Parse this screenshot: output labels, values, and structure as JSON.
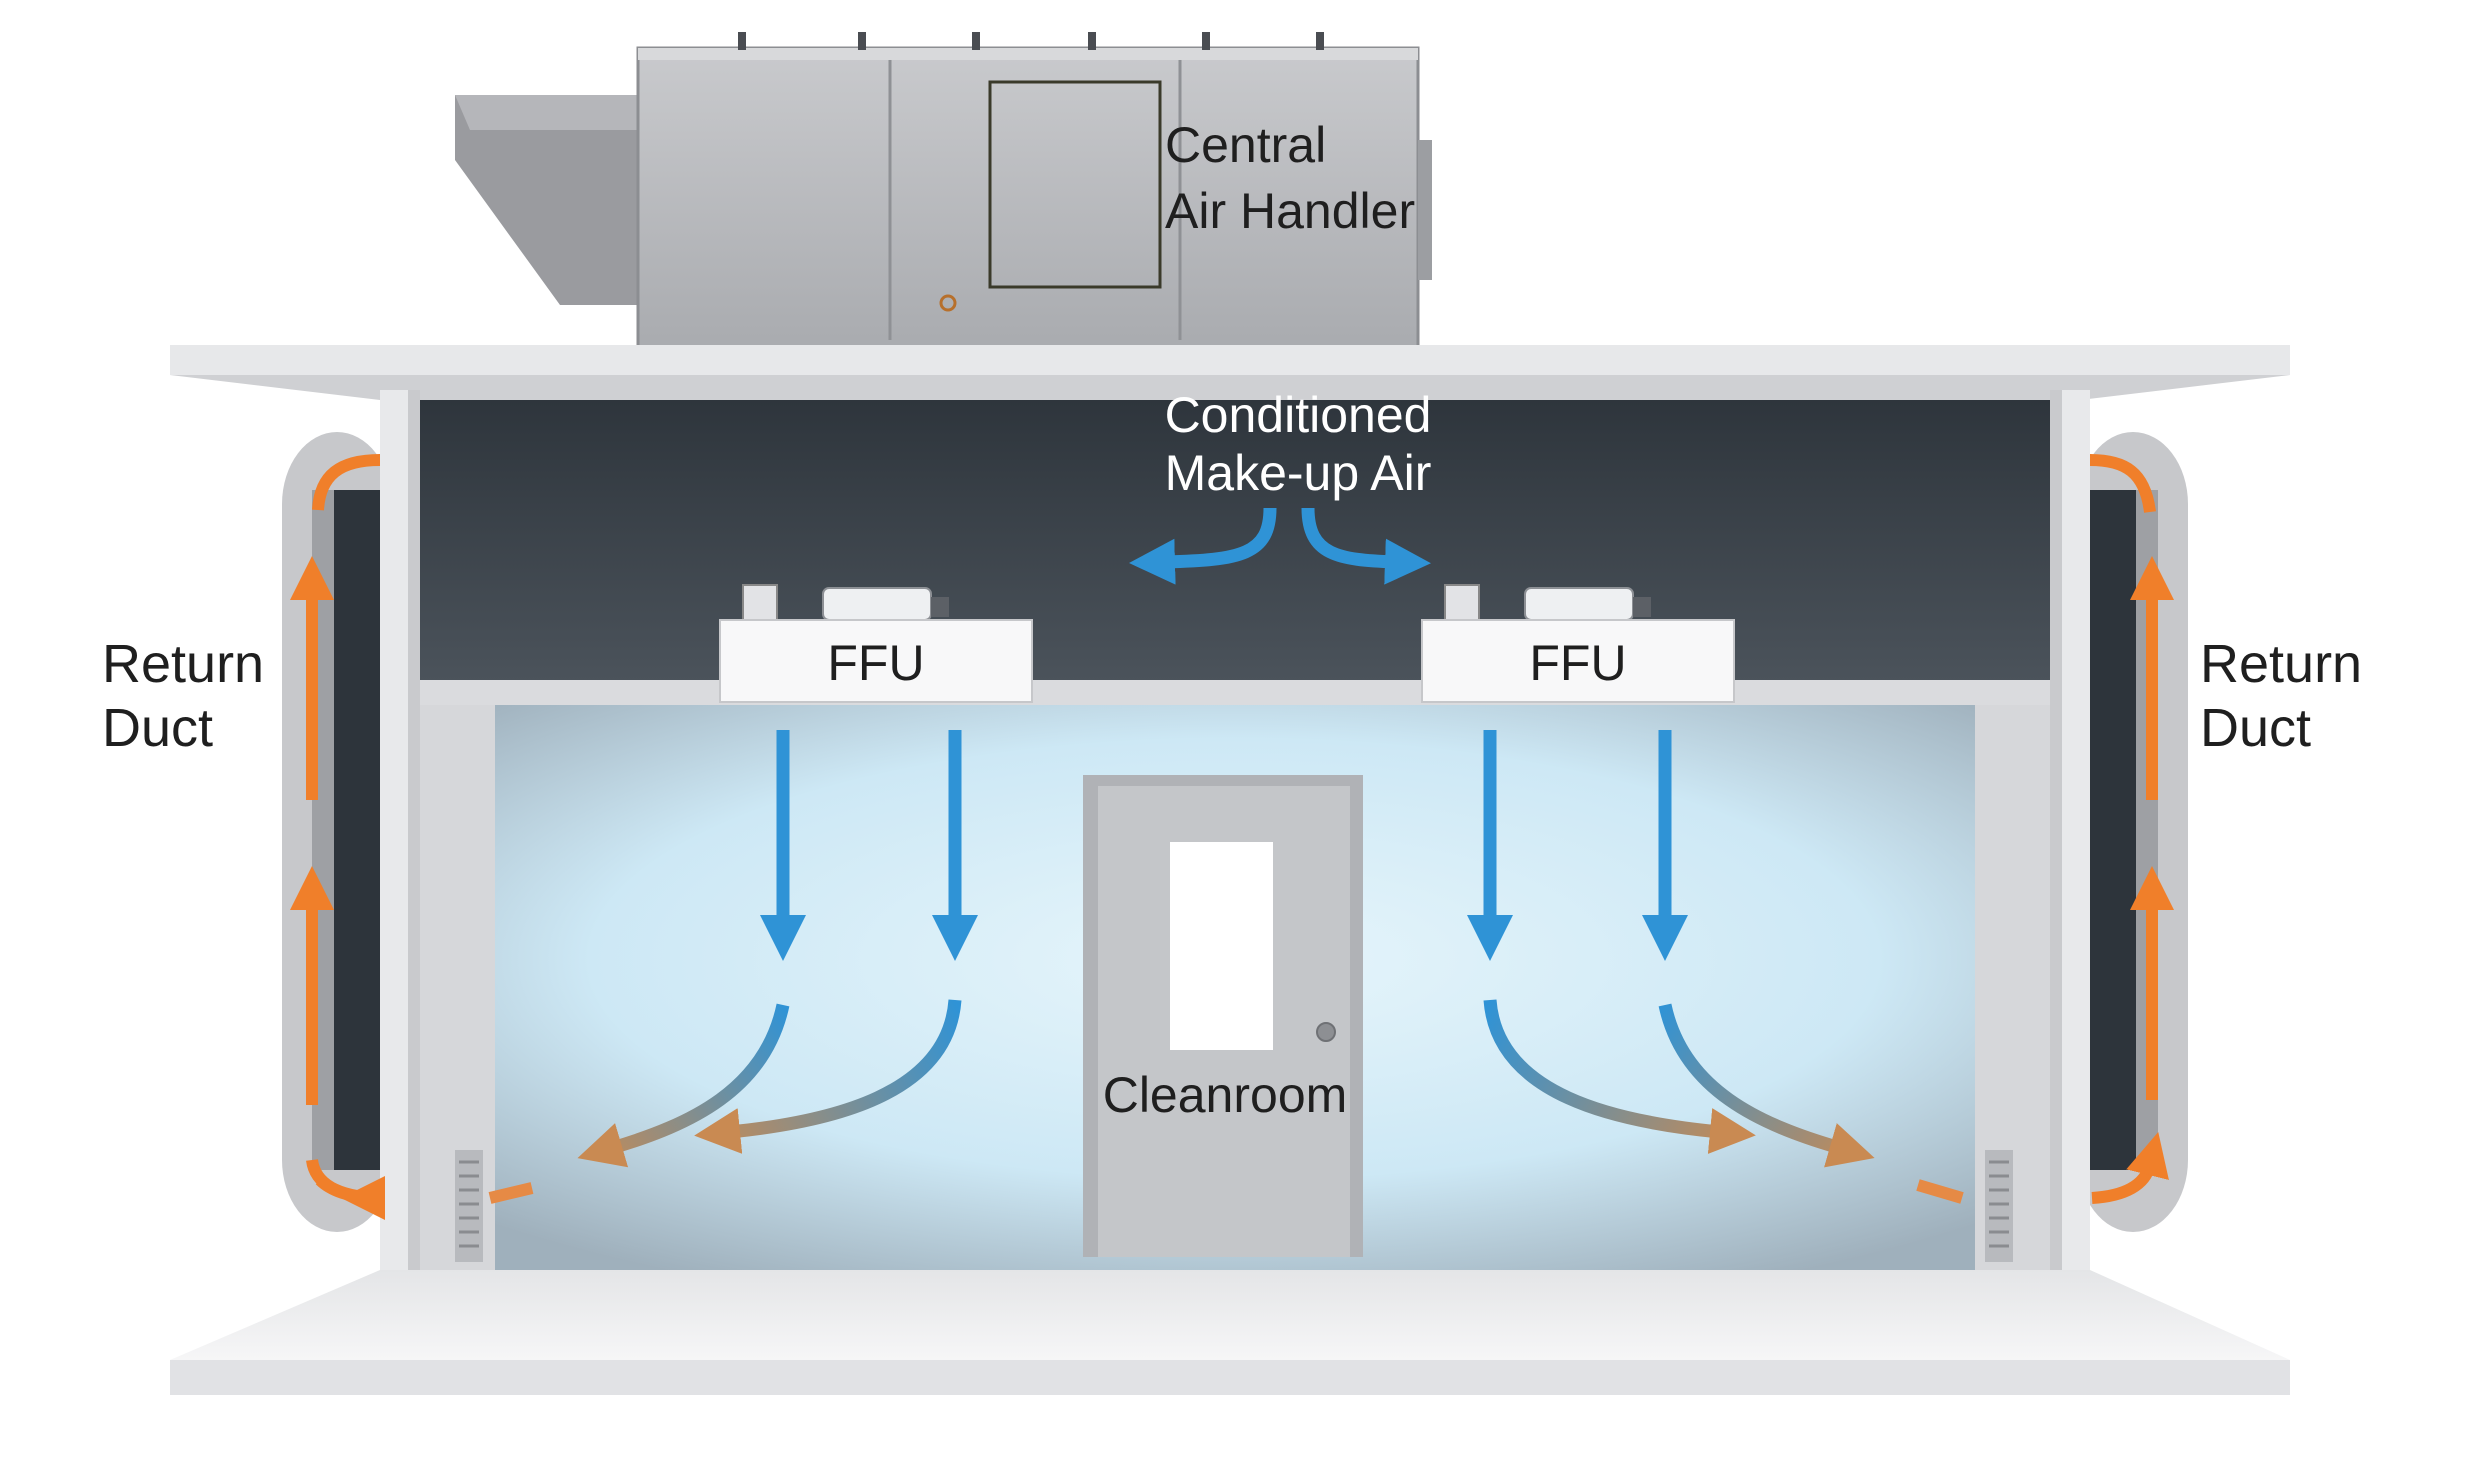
{
  "labels": {
    "air_handler_line1": "Central",
    "air_handler_line2": "Air Handler",
    "makeup_line1": "Conditioned",
    "makeup_line2": "Make-up Air",
    "ffu_left": "FFU",
    "ffu_right": "FFU",
    "return_left_line1": "Return",
    "return_left_line2": "Duct",
    "return_right_line1": "Return",
    "return_right_line2": "Duct",
    "cleanroom": "Cleanroom"
  },
  "colors": {
    "supply_air": "#2f93d6",
    "return_air": "#f07f2a",
    "plenum": "#383f46",
    "structure": "#dcdde0",
    "room_glow": "#d4ecf7"
  }
}
